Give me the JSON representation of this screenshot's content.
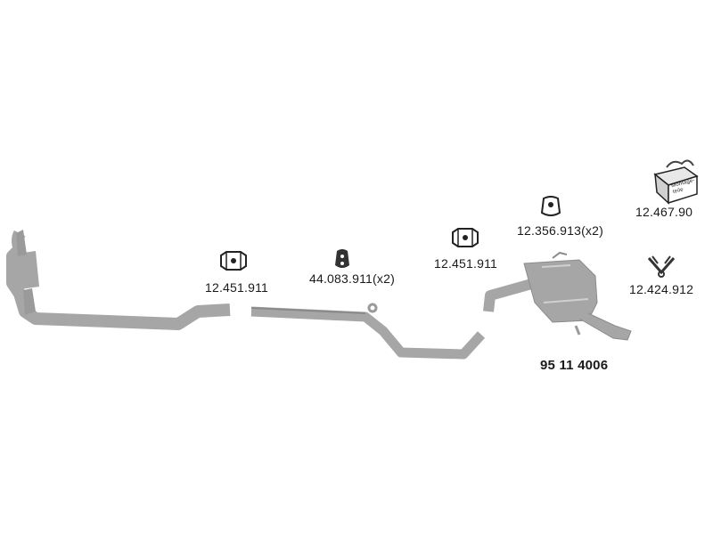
{
  "parts": {
    "clamp_left": {
      "label": "12.451.911",
      "icon": "pipe-clamp-icon"
    },
    "rubber_mount_middle": {
      "label": "44.083.911(x2)",
      "icon": "rubber-mount-icon"
    },
    "clamp_right": {
      "label": "12.451.911",
      "icon": "pipe-clamp-icon"
    },
    "rubber_mount_top": {
      "label": "12.356.913(x2)",
      "icon": "rubber-mount-icon"
    },
    "mounting_kit": {
      "label": "12.467.90",
      "box_text": "Montage-\nteile",
      "icon": "mounting-parts-box-icon"
    },
    "hanger": {
      "label": "12.424.912",
      "icon": "hanger-bracket-icon"
    },
    "rear_silencer": {
      "label": "95 11 4006",
      "icon": "rear-silencer-icon"
    }
  },
  "colors": {
    "part_fill": "#a6a6a6",
    "part_dark": "#7a7a7a",
    "line": "#333333"
  }
}
